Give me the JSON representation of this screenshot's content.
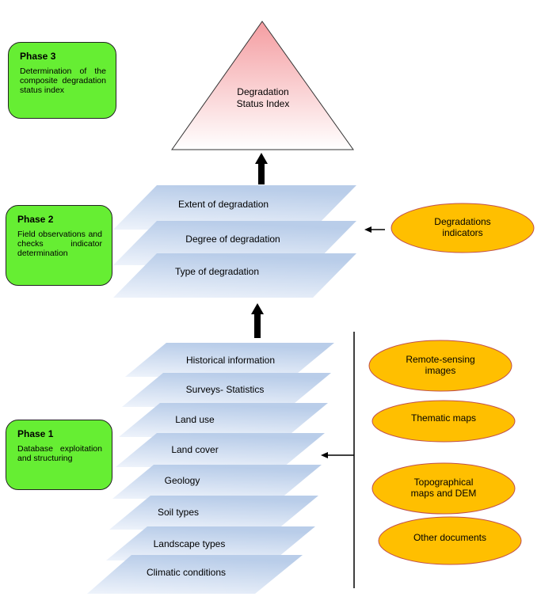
{
  "phases": {
    "phase3": {
      "title": "Phase 3",
      "description": "Determination of the composite degradation status index"
    },
    "phase2": {
      "title": "Phase 2",
      "description": "Field observations and checks indicator determination"
    },
    "phase1": {
      "title": "Phase 1",
      "description": "Database exploitation and structuring"
    }
  },
  "triangle": {
    "line1": "Degradation",
    "line2": "Status Index"
  },
  "phase2_layers": [
    "Extent of degradation",
    "Degree of degradation",
    "Type of degradation"
  ],
  "phase1_layers": [
    "Historical information",
    "Surveys- Statistics",
    "Land use",
    "Land cover",
    "Geology",
    "Soil types",
    "Landscape types",
    "Climatic conditions"
  ],
  "indicator": {
    "line1": "Degradations",
    "line2": "indicators"
  },
  "sources": [
    {
      "line1": "Remote-sensing",
      "line2": "images"
    },
    {
      "line1": "Thematic maps",
      "line2": ""
    },
    {
      "line1": "Topographical",
      "line2": "maps and DEM"
    },
    {
      "line1": "Other documents",
      "line2": ""
    }
  ],
  "colors": {
    "phase_box": "#66ee33",
    "ellipse": "#ffbf00",
    "ellipse_border": "#c0504d",
    "layer_light": "#eef3fb",
    "layer_dark": "#b9cde9",
    "triangle_top": "#f49da1",
    "triangle_bottom": "#ffffff"
  }
}
